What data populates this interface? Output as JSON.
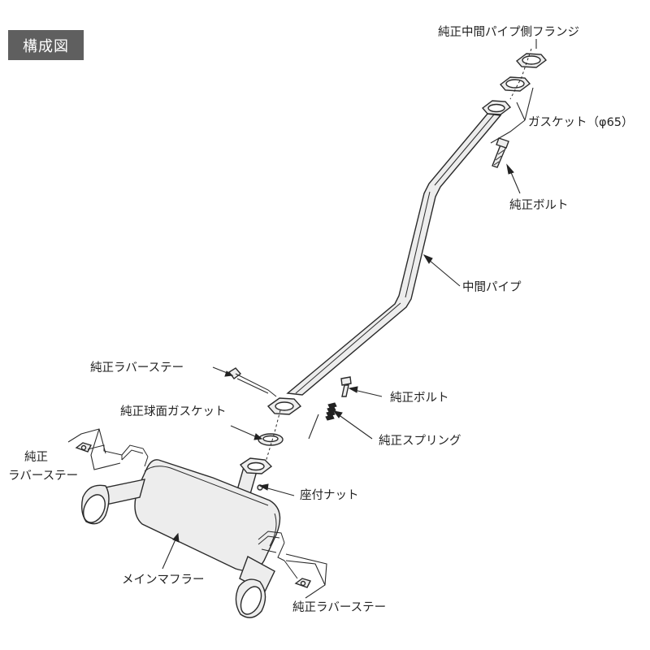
{
  "header": {
    "title": "構成図"
  },
  "labels": {
    "flange": "純正中間パイプ側フランジ",
    "gasket65": "ガスケット（φ65）",
    "bolt_top": "純正ボルト",
    "mid_pipe": "中間パイプ",
    "rubber_stay_mid": "純正ラバーステー",
    "bolt_mid": "純正ボルト",
    "ball_gasket": "純正球面ガスケット",
    "spring": "純正スプリング",
    "rubber_stay_left_1": "純正",
    "rubber_stay_left_2": "ラバーステー",
    "seat_nut": "座付ナット",
    "main_muffler": "メインマフラー",
    "rubber_stay_bottom": "純正ラバーステー"
  }
}
